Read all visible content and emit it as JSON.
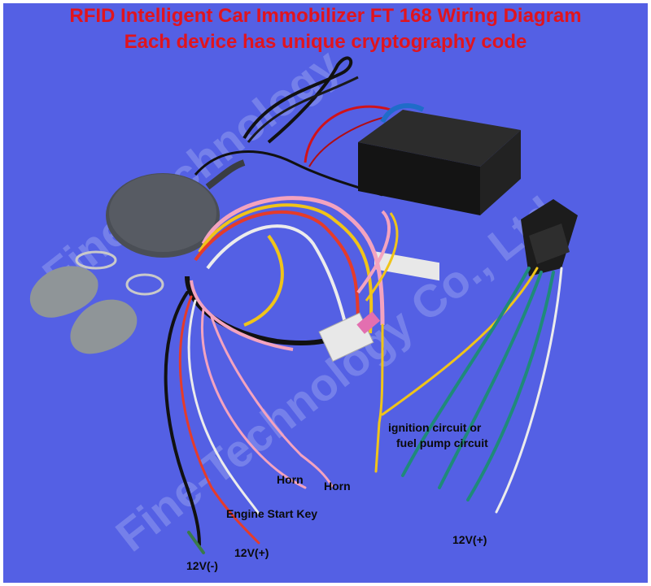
{
  "header": {
    "title_line1": "RFID Intelligent Car Immobilizer FT 168    Wiring Diagram",
    "title_line2": "Each device has unique cryptography code"
  },
  "watermark": {
    "text1": "Fine-Technology",
    "text2": "Fine-Technology Co., Ltd."
  },
  "labels": {
    "ignition_1": "ignition circuit or",
    "ignition_2": "fuel pump circuit",
    "horn_1": "Horn",
    "horn_2": "Horn",
    "engine_start_key": "Engine Start Key",
    "v12_plus_left": "12V(+)",
    "v12_minus": "12V(-)",
    "v12_plus_right": "12V(+)"
  },
  "colors": {
    "background": "#5460e4",
    "title": "#e0141e",
    "label": "#0a0a0a",
    "watermark": "#7b86ec"
  }
}
